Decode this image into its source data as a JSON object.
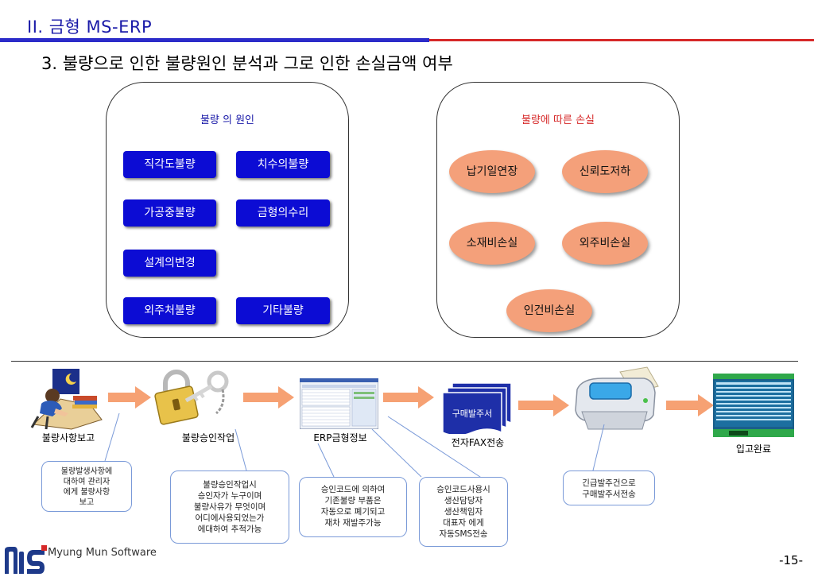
{
  "header": {
    "section_title": "II. 금형 MS-ERP",
    "heading": "3. 불량으로 인한 불량원인 분석과 그로 인한 손실금액 여부"
  },
  "causes": {
    "title": "불량 의 원인",
    "buttons": [
      "직각도불량",
      "치수의불량",
      "가공중불량",
      "금형의수리",
      "설계의변경",
      "외주처불량",
      "기타불량"
    ]
  },
  "losses": {
    "title": "불량에 따른 손실",
    "items": [
      "납기일연장",
      "신뢰도저하",
      "소재비손실",
      "외주비손실",
      "인건비손실"
    ]
  },
  "flow": {
    "steps": [
      "불량사항보고",
      "불량승인작업",
      "ERP금형정보",
      "전자FAX전송",
      "입고완료"
    ],
    "doc_label": "구매발주서"
  },
  "notes": [
    [
      "불량발생사항에",
      "대하여 관리자",
      "에게 불량사항",
      "보고"
    ],
    [
      "불량승인작업시",
      "승인자가 누구이며",
      "불량사유가 무엇이며",
      "어디에사용되었는가",
      "에대하여 추적가능"
    ],
    [
      "승인코드에 의하여",
      "기존불량 부품은",
      "자동으로 폐기되고",
      "재차 재발주가능"
    ],
    [
      "승인코드사용시",
      "생산담당자",
      "생산책임자",
      "대표자 에게",
      "자동SMS전송"
    ],
    [
      "긴급발주건으로",
      "구매발주서전송"
    ]
  ],
  "footer": {
    "company": "Myung Mun Software",
    "page": "-15-"
  },
  "colors": {
    "title_blue": "#1a1aa8",
    "button_blue": "#0c0cd4",
    "loss_red": "#d62828",
    "oval_salmon": "#f4a07a",
    "arrow_orange": "#f6a173"
  },
  "icons": [
    "person-reading-icon",
    "lock-key-icon",
    "erp-screen-icon",
    "fax-document-icon",
    "printer-icon",
    "erp-window-icon"
  ]
}
